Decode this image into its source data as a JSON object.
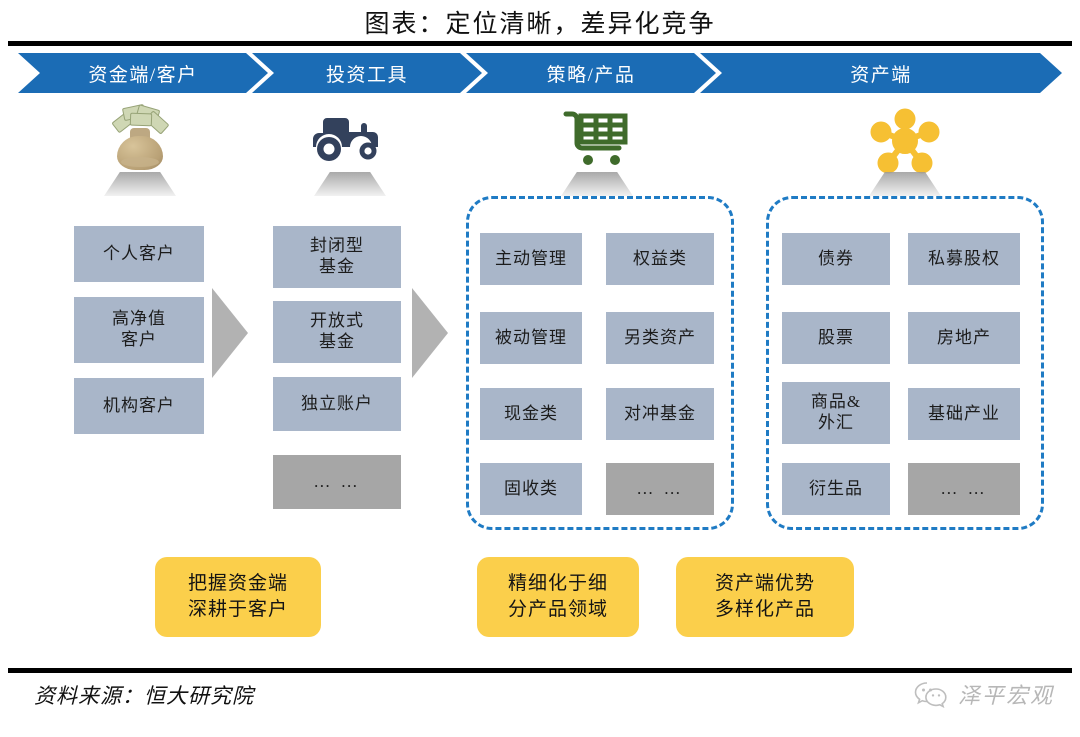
{
  "title": "图表：定位清晰，差异化竞争",
  "stages": [
    {
      "label": "资金端/客户",
      "icon": "money-bag-icon"
    },
    {
      "label": "投资工具",
      "icon": "tractor-icon"
    },
    {
      "label": "策略/产品",
      "icon": "shopping-cart-icon"
    },
    {
      "label": "资产端",
      "icon": "network-hub-icon"
    }
  ],
  "columns": {
    "funding": {
      "name": "资金端/客户",
      "items": [
        "个人客户",
        "高净值\n客户",
        "机构客户"
      ]
    },
    "tools": {
      "name": "投资工具",
      "items": [
        "封闭型\n基金",
        "开放式\n基金",
        "独立账户"
      ],
      "more": "… …"
    },
    "strategy": {
      "name": "策略/产品",
      "left_items": [
        "主动管理",
        "被动管理",
        "现金类",
        "固收类"
      ],
      "right_items": [
        "权益类",
        "另类资产",
        "对冲基金"
      ],
      "more": "… …"
    },
    "assets": {
      "name": "资产端",
      "left_items": [
        "债券",
        "股票",
        "商品&\n外汇",
        "衍生品"
      ],
      "right_items": [
        "私募股权",
        "房地产",
        "基础产业"
      ],
      "more": "… …"
    }
  },
  "callouts": [
    "把握资金端\n深耕于客户",
    "精细化于细\n分产品领域",
    "资产端优势\n多样化产品"
  ],
  "footer": {
    "source": "资料来源：恒大研究院",
    "watermark": "泽平宏观",
    "watermark_icon": "wechat-icon"
  },
  "colors": {
    "chevron_blue": "#1B6CB5",
    "box_blue_gray": "#A9B6C9",
    "box_gray": "#A6A6A6",
    "dashed_blue": "#1F7BC4",
    "callout_yellow": "#FBCF4B",
    "cart_green": "#3F6B2B",
    "hub_yellow": "#F6C033",
    "tractor_navy": "#33415C"
  }
}
